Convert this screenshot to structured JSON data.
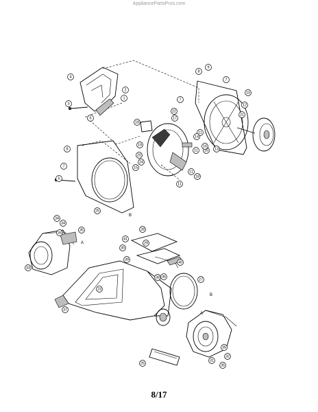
{
  "watermark": "AppliancePartsPros.com",
  "page_number": "8/17",
  "letters": [
    "A",
    "B",
    "B",
    "A"
  ],
  "callouts": [
    "1",
    "2",
    "3",
    "4",
    "5",
    "6",
    "7",
    "7",
    "7",
    "8",
    "8",
    "9",
    "10",
    "11",
    "11",
    "11",
    "11",
    "12",
    "13",
    "14",
    "15",
    "15",
    "16",
    "17",
    "18",
    "18",
    "19",
    "20",
    "21",
    "22",
    "23",
    "24",
    "25",
    "26",
    "27",
    "28",
    "29",
    "30",
    "31",
    "32",
    "33",
    "34",
    "34",
    "34",
    "35",
    "35",
    "35",
    "36",
    "37",
    "38",
    "39",
    "40",
    "41"
  ]
}
